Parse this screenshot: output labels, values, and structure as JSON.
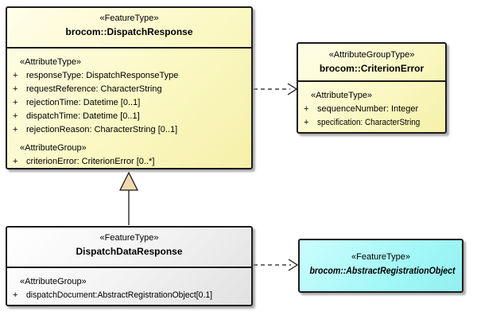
{
  "diagram": {
    "type": "uml-class-diagram",
    "classes": [
      {
        "stereotype": "«FeatureType»",
        "name": "brocom::DispatchResponse",
        "sections": [
          {
            "heading": "«AttributeType»",
            "rows": [
              {
                "vis": "+",
                "text": "responseType: DispatchResponseType"
              },
              {
                "vis": "+",
                "text": "requestReference: CharacterString"
              },
              {
                "vis": "+",
                "text": "rejectionTime: Datetime [0..1]"
              },
              {
                "vis": "+",
                "text": "dispatchTime: Datetime [0..1]"
              },
              {
                "vis": "+",
                "text": "rejectionReason: CharacterString [0..1]"
              }
            ]
          },
          {
            "heading": "«AttributeGroup»",
            "rows": [
              {
                "vis": "+",
                "text": "criterionError: CriterionError [0..*]"
              }
            ]
          }
        ]
      },
      {
        "stereotype": "«AttributeGroupType»",
        "name": "brocom::CriterionError",
        "sections": [
          {
            "heading": "«AttributeType»",
            "rows": [
              {
                "vis": "+",
                "text": "sequenceNumber: Integer"
              },
              {
                "vis": "+",
                "text": "specification: CharacterString"
              }
            ]
          }
        ]
      },
      {
        "stereotype": "«FeatureType»",
        "name": "DispatchDataResponse",
        "sections": [
          {
            "heading": "«AttributeGroup»",
            "rows": [
              {
                "vis": "+",
                "text": "dispatchDocument:AbstractRegistrationObject[0.1]"
              }
            ]
          }
        ]
      },
      {
        "stereotype": "«FeatureType»",
        "name": "brocom::AbstractRegistrationObject",
        "sections": []
      }
    ],
    "connectors": [
      {
        "type": "generalization",
        "from": "DispatchDataResponse",
        "to": "brocom::DispatchResponse",
        "line_style": "solid",
        "arrowhead": "filled-triangle"
      },
      {
        "type": "dependency",
        "from": "brocom::DispatchResponse",
        "to": "brocom::CriterionError",
        "line_style": "dashed",
        "arrowhead": "open"
      },
      {
        "type": "dependency",
        "from": "DispatchDataResponse",
        "to": "brocom::AbstractRegistrationObject",
        "line_style": "dashed",
        "arrowhead": "open"
      }
    ],
    "colors": {
      "class_fill_yellow": "#FBF8C4",
      "feature_fill_white": "#F0F0F0",
      "abstract_fill_cyan": "#A3F7F7",
      "border_black": "#1B1B1B",
      "generalization_head_fill": "#F1D9AD",
      "shadow_gray": "#828282",
      "background": "#FFFFFF"
    }
  }
}
